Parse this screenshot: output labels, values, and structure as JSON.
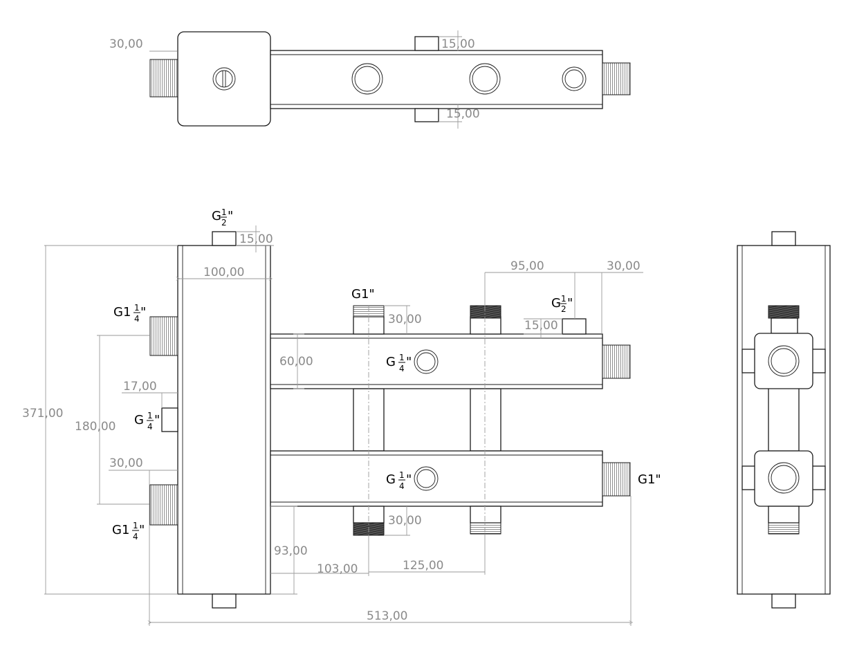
{
  "top_view": {
    "dim_left": "30,00",
    "dim_top_fitting": "15,00",
    "dim_bottom_fitting": "15,00"
  },
  "front_view": {
    "top_port_label": {
      "prefix": "G",
      "num": "1",
      "den": "2",
      "suffix": "\""
    },
    "dim_top_port": "15,00",
    "dim_body_width": "100,00",
    "dim_total_height": "371,00",
    "dim_pipe_spacing": "180,00",
    "dim_17": "17,00",
    "dim_30_left": "30,00",
    "dim_60": "60,00",
    "dim_30_upper": "30,00",
    "dim_30_lower": "30,00",
    "dim_95": "95,00",
    "dim_30_right": "30,00",
    "dim_15_right": "15,00",
    "dim_93": "93,00",
    "dim_103": "103,00",
    "dim_125": "125,00",
    "dim_total_length": "513,00",
    "label_upper_left": {
      "prefix": "G1",
      "num": "1",
      "den": "4",
      "suffix": "\""
    },
    "label_mid_left": {
      "prefix": "G",
      "num": "1",
      "den": "4",
      "suffix": "\""
    },
    "label_lower_left": {
      "prefix": "G1",
      "num": "1",
      "den": "4",
      "suffix": "\""
    },
    "label_top_outlet": "G1\"",
    "label_right_port": {
      "prefix": "G",
      "num": "1",
      "den": "2",
      "suffix": "\""
    },
    "label_upper_sensor": {
      "prefix": "G",
      "num": "1",
      "den": "4",
      "suffix": "\""
    },
    "label_lower_sensor": {
      "prefix": "G",
      "num": "1",
      "den": "4",
      "suffix": "\""
    },
    "label_right_end": "G1\""
  }
}
